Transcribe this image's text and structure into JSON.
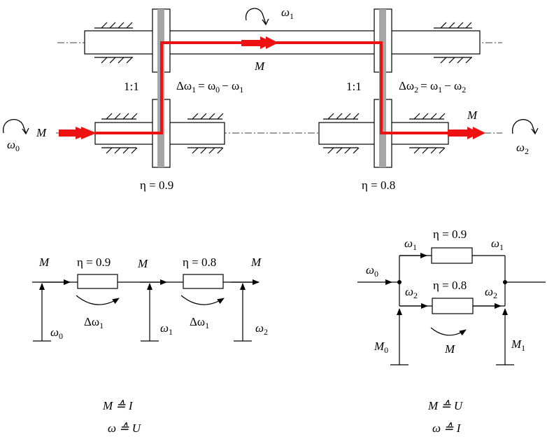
{
  "top_mechanism": {
    "omega1_label": "ω",
    "omega1_sub": "1",
    "moment_top_label": "M",
    "gear_ratio_left": "1:1",
    "gear_ratio_right": "1:1",
    "delta_omega1_eq": "Δω",
    "delta_omega1_eq_sub": "1",
    "delta_omega1_rhs_a": "= ω",
    "delta_omega1_rhs_a_sub": "0",
    "delta_omega1_rhs_b": "− ω",
    "delta_omega1_rhs_b_sub": "1",
    "delta_omega2_eq": "Δω",
    "delta_omega2_eq_sub": "2",
    "delta_omega2_rhs_a": "= ω",
    "delta_omega2_rhs_a_sub": "1",
    "delta_omega2_rhs_b": "− ω",
    "delta_omega2_rhs_b_sub": "2",
    "input_moment_label": "M",
    "input_omega_label": "ω",
    "input_omega_sub": "0",
    "output_moment_label": "M",
    "output_omega_label": "ω",
    "output_omega_sub": "2",
    "eta_left": "η = 0.9",
    "eta_right": "η = 0.8",
    "flow_color": "#ee1111"
  },
  "series_circuit": {
    "m_labels": [
      "M",
      "M",
      "M"
    ],
    "eta_1": "η = 0.9",
    "eta_2": "η = 0.8",
    "delta_label_1": "Δω",
    "delta_label_1_sub": "1",
    "delta_label_2": "Δω",
    "delta_label_2_sub": "1",
    "omega_labels": [
      {
        "text": "ω",
        "sub": "0"
      },
      {
        "text": "ω",
        "sub": "1"
      },
      {
        "text": "ω",
        "sub": "2"
      }
    ],
    "analogy_1": "M ≙ I",
    "analogy_2": "ω ≙ U"
  },
  "parallel_circuit": {
    "omega_in": "ω",
    "omega_in_sub": "0",
    "branch_top_left": "ω",
    "branch_top_left_sub": "1",
    "branch_top_right": "ω",
    "branch_top_right_sub": "1",
    "branch_bot_left": "ω",
    "branch_bot_left_sub": "2",
    "branch_bot_right": "ω",
    "branch_bot_right_sub": "2",
    "eta_top": "η = 0.9",
    "eta_bot": "η = 0.8",
    "moment_label": "M",
    "m0_label": "M",
    "m0_sub": "0",
    "m1_label": "M",
    "m1_sub": "1",
    "analogy_1": "M ≙ U",
    "analogy_2": "ω ≙ I"
  }
}
